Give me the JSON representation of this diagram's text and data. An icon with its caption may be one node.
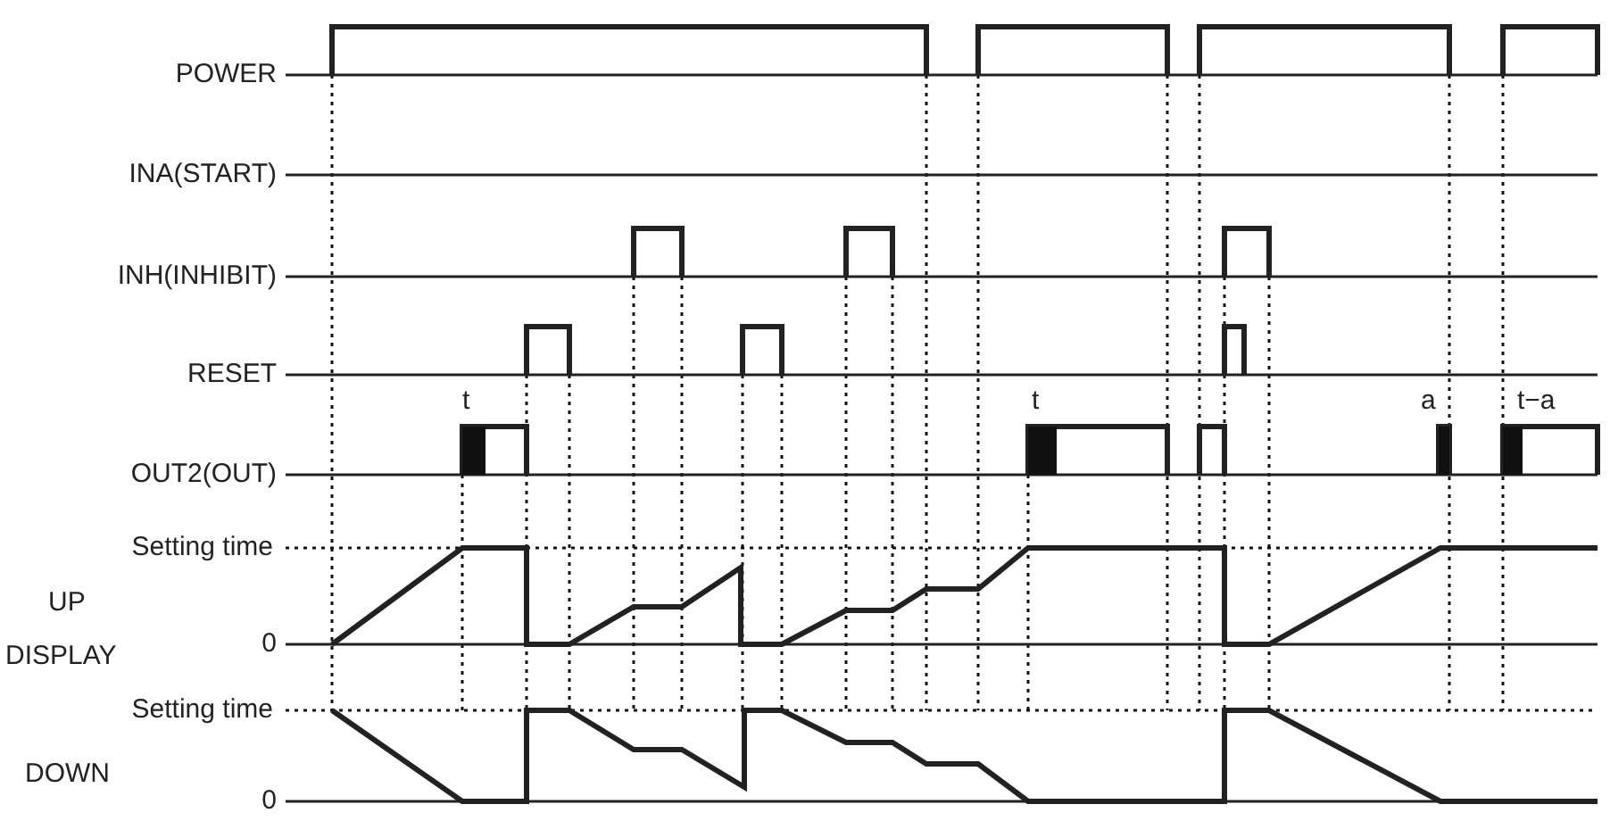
{
  "diagram": {
    "labels": [
      "POWER",
      "INA(START)",
      "INH(INHIBIT)",
      "RESET",
      "t",
      "OUT2(OUT)",
      "t",
      "a",
      "t−a",
      "Setting time",
      "UP",
      "0",
      "DISPLAY",
      "Setting time",
      "DOWN",
      "0"
    ]
  }
}
